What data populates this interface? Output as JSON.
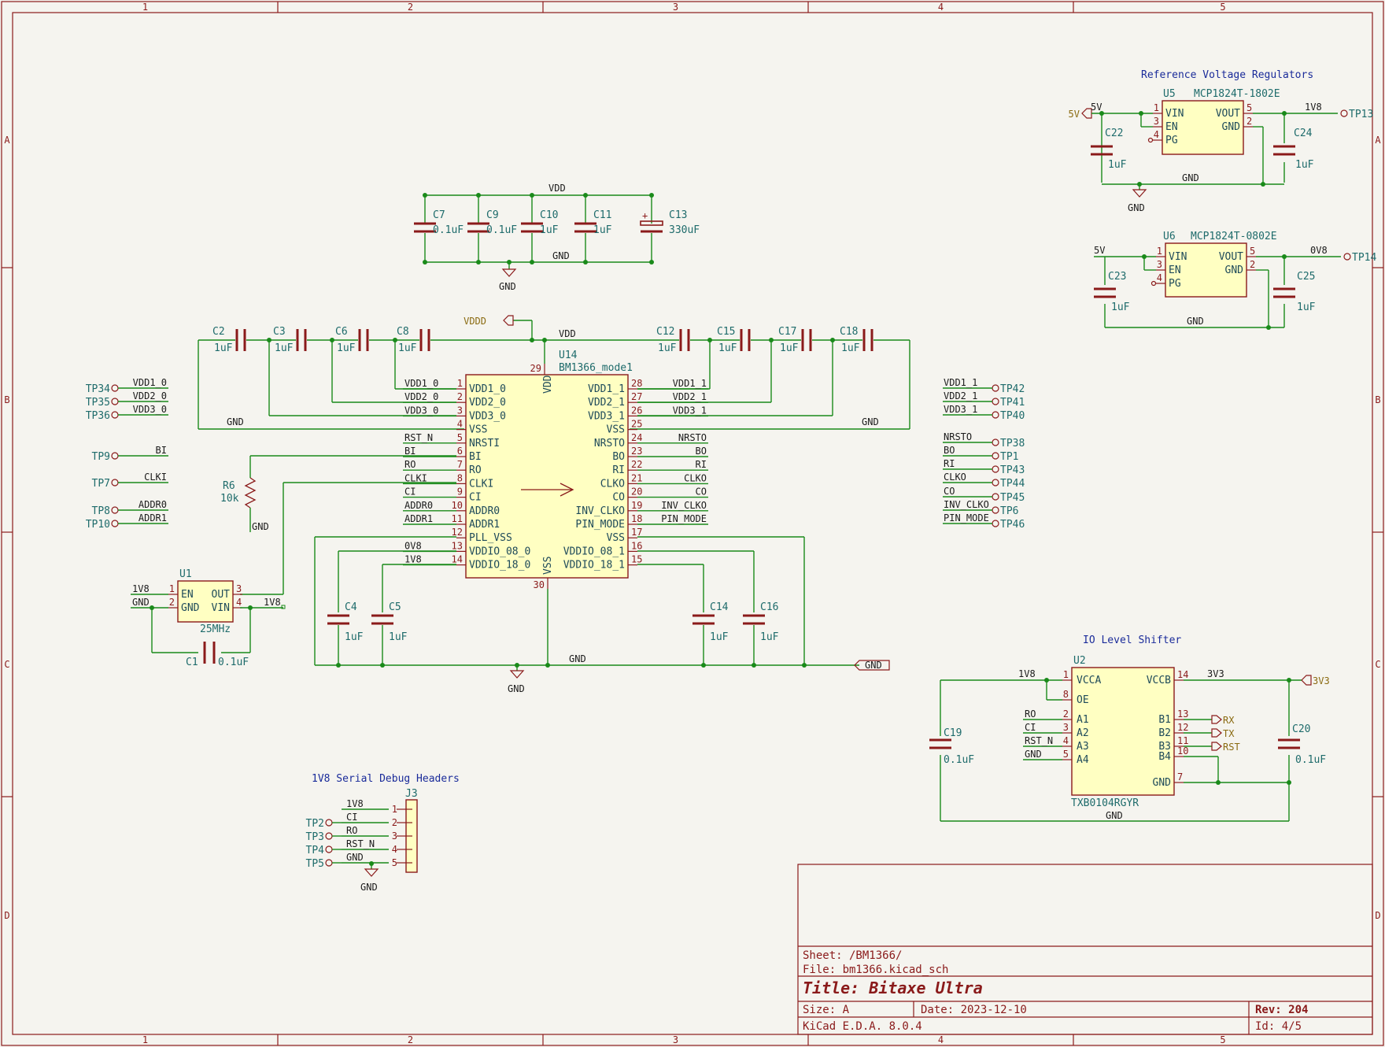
{
  "frame": {
    "cols": [
      "1",
      "2",
      "3",
      "4",
      "5"
    ],
    "rows": [
      "A",
      "B",
      "C",
      "D"
    ]
  },
  "notes": {
    "ref_regulators": "Reference Voltage Regulators",
    "io_shifter": "IO Level Shifter",
    "debug_headers": "1V8 Serial Debug Headers"
  },
  "u14": {
    "ref": "U14",
    "value": "BM1366_mode1",
    "top_pin": "29",
    "top_label": "VDD",
    "bottom_pin": "30",
    "bottom_label": "VSS",
    "left_pins": [
      {
        "num": "1",
        "name": "VDD1_0",
        "net": "VDD1_0"
      },
      {
        "num": "2",
        "name": "VDD2_0",
        "net": "VDD2_0"
      },
      {
        "num": "3",
        "name": "VDD3_0",
        "net": "VDD3_0"
      },
      {
        "num": "4",
        "name": "VSS",
        "net": ""
      },
      {
        "num": "5",
        "name": "NRSTI",
        "net": "RST_N"
      },
      {
        "num": "6",
        "name": "BI",
        "net": "BI"
      },
      {
        "num": "7",
        "name": "RO",
        "net": "RO"
      },
      {
        "num": "8",
        "name": "CLKI",
        "net": "CLKI"
      },
      {
        "num": "9",
        "name": "CI",
        "net": "CI"
      },
      {
        "num": "10",
        "name": "ADDR0",
        "net": "ADDR0"
      },
      {
        "num": "11",
        "name": "ADDR1",
        "net": "ADDR1"
      },
      {
        "num": "12",
        "name": "PLL_VSS",
        "net": ""
      },
      {
        "num": "13",
        "name": "VDDIO_08_0",
        "net": "0V8"
      },
      {
        "num": "14",
        "name": "VDDIO_18_0",
        "net": "1V8"
      }
    ],
    "right_pins": [
      {
        "num": "28",
        "name": "VDD1_1",
        "net": "VDD1_1"
      },
      {
        "num": "27",
        "name": "VDD2_1",
        "net": "VDD2_1"
      },
      {
        "num": "26",
        "name": "VDD3_1",
        "net": "VDD3_1"
      },
      {
        "num": "25",
        "name": "VSS",
        "net": ""
      },
      {
        "num": "24",
        "name": "NRSTO",
        "net": "NRSTO"
      },
      {
        "num": "23",
        "name": "BO",
        "net": "BO"
      },
      {
        "num": "22",
        "name": "RI",
        "net": "RI"
      },
      {
        "num": "21",
        "name": "CLKO",
        "net": "CLKO"
      },
      {
        "num": "20",
        "name": "CO",
        "net": "CO"
      },
      {
        "num": "19",
        "name": "INV_CLKO",
        "net": "INV_CLKO"
      },
      {
        "num": "18",
        "name": "PIN_MODE",
        "net": "PIN_MODE"
      },
      {
        "num": "17",
        "name": "VSS",
        "net": ""
      },
      {
        "num": "16",
        "name": "VDDIO_08_1",
        "net": ""
      },
      {
        "num": "15",
        "name": "VDDIO_18_1",
        "net": ""
      }
    ]
  },
  "bulk_caps": {
    "net_top": "VDD",
    "net_bottom": "GND",
    "gnd": "GND",
    "items": [
      {
        "ref": "C7",
        "val": "0.1uF"
      },
      {
        "ref": "C9",
        "val": "0.1uF"
      },
      {
        "ref": "C10",
        "val": "1uF"
      },
      {
        "ref": "C11",
        "val": "1uF"
      },
      {
        "ref": "C13",
        "val": "330uF",
        "plus": "+"
      }
    ]
  },
  "series_caps": {
    "vddd": "VDDD",
    "vdd": "VDD",
    "gnd_left": "GND",
    "gnd_right": "GND",
    "left": [
      {
        "ref": "C2",
        "val": "1uF"
      },
      {
        "ref": "C3",
        "val": "1uF"
      },
      {
        "ref": "C6",
        "val": "1uF"
      },
      {
        "ref": "C8",
        "val": "1uF"
      }
    ],
    "right": [
      {
        "ref": "C12",
        "val": "1uF"
      },
      {
        "ref": "C15",
        "val": "1uF"
      },
      {
        "ref": "C17",
        "val": "1uF"
      },
      {
        "ref": "C18",
        "val": "1uF"
      }
    ]
  },
  "io_caps": {
    "items": [
      {
        "ref": "C4",
        "val": "1uF"
      },
      {
        "ref": "C5",
        "val": "1uF"
      },
      {
        "ref": "C14",
        "val": "1uF"
      },
      {
        "ref": "C16",
        "val": "1uF"
      }
    ],
    "gnd_net": "GND",
    "gnd_symbol": "GND",
    "gnd_port": "GND"
  },
  "left_testpoints": [
    {
      "tp": "TP34",
      "net": "VDD1_0"
    },
    {
      "tp": "TP35",
      "net": "VDD2_0"
    },
    {
      "tp": "TP36",
      "net": "VDD3_0"
    },
    {
      "tp": "TP9",
      "net": "BI"
    },
    {
      "tp": "TP7",
      "net": "CLKI"
    },
    {
      "tp": "TP8",
      "net": "ADDR0"
    },
    {
      "tp": "TP10",
      "net": "ADDR1"
    }
  ],
  "right_testpoints": [
    {
      "tp": "TP42",
      "net": "VDD1_1"
    },
    {
      "tp": "TP41",
      "net": "VDD2_1"
    },
    {
      "tp": "TP40",
      "net": "VDD3_1"
    },
    {
      "tp": "TP38",
      "net": "NRSTO"
    },
    {
      "tp": "TP1",
      "net": "BO"
    },
    {
      "tp": "TP43",
      "net": "RI"
    },
    {
      "tp": "TP44",
      "net": "CLKO"
    },
    {
      "tp": "TP45",
      "net": "CO"
    },
    {
      "tp": "TP6",
      "net": "INV_CLKO"
    },
    {
      "tp": "TP46",
      "net": "PIN_MODE"
    }
  ],
  "r6": {
    "ref": "R6",
    "val": "10k",
    "gnd": "GND"
  },
  "u1": {
    "ref": "U1",
    "val": "25MHz",
    "pins": [
      {
        "num": "1",
        "name": "EN",
        "net": "1V8"
      },
      {
        "num": "2",
        "name": "GND",
        "net": "GND"
      },
      {
        "num": "3",
        "name": "OUT"
      },
      {
        "num": "4",
        "name": "VIN",
        "net": "1V8"
      }
    ],
    "cap": {
      "ref": "C1",
      "val": "0.1uF"
    }
  },
  "u5": {
    "ref": "U5",
    "val": "MCP1824T-1802E",
    "pins": [
      {
        "num": "1",
        "name": "VIN"
      },
      {
        "num": "3",
        "name": "EN"
      },
      {
        "num": "4",
        "name": "PG"
      },
      {
        "num": "5",
        "name": "VOUT"
      },
      {
        "num": "2",
        "name": "GND"
      }
    ],
    "in_port": "5V",
    "in_net": "5V",
    "out_net": "1V8",
    "tp": "TP13",
    "gnd_net": "GND",
    "gnd_symbol": "GND",
    "caps": [
      {
        "ref": "C22",
        "val": "1uF"
      },
      {
        "ref": "C24",
        "val": "1uF"
      }
    ]
  },
  "u6": {
    "ref": "U6",
    "val": "MCP1824T-0802E",
    "pins": [
      {
        "num": "1",
        "name": "VIN"
      },
      {
        "num": "3",
        "name": "EN"
      },
      {
        "num": "4",
        "name": "PG"
      },
      {
        "num": "5",
        "name": "VOUT"
      },
      {
        "num": "2",
        "name": "GND"
      }
    ],
    "in_net": "5V",
    "out_net": "0V8",
    "tp": "TP14",
    "gnd_net": "GND",
    "caps": [
      {
        "ref": "C23",
        "val": "1uF"
      },
      {
        "ref": "C25",
        "val": "1uF"
      }
    ]
  },
  "u2": {
    "ref": "U2",
    "val": "TXB0104RGYR",
    "left": [
      {
        "num": "1",
        "name": "VCCA",
        "net": "1V8"
      },
      {
        "num": "8",
        "name": "OE",
        "net": ""
      },
      {
        "num": "2",
        "name": "A1",
        "net": "RO"
      },
      {
        "num": "3",
        "name": "A2",
        "net": "CI"
      },
      {
        "num": "4",
        "name": "A3",
        "net": "RST_N"
      },
      {
        "num": "5",
        "name": "A4",
        "net": "GND"
      }
    ],
    "right": [
      {
        "num": "14",
        "name": "VCCB",
        "net": "3V3"
      },
      {
        "num": "13",
        "name": "B1",
        "net": "RX"
      },
      {
        "num": "12",
        "name": "B2",
        "net": "TX"
      },
      {
        "num": "11",
        "name": "B3",
        "net": "RST"
      },
      {
        "num": "10",
        "name": "B4",
        "net": ""
      },
      {
        "num": "7",
        "name": "GND",
        "net": ""
      }
    ],
    "port_3v3": "3V3",
    "gnd_net": "GND",
    "caps": [
      {
        "ref": "C19",
        "val": "0.1uF"
      },
      {
        "ref": "C20",
        "val": "0.1uF"
      }
    ]
  },
  "j3": {
    "ref": "J3",
    "gnd": "GND",
    "pins": [
      {
        "num": "1",
        "net": "1V8",
        "tp": ""
      },
      {
        "num": "2",
        "net": "CI",
        "tp": "TP2"
      },
      {
        "num": "3",
        "net": "RO",
        "tp": "TP3"
      },
      {
        "num": "4",
        "net": "RST_N",
        "tp": "TP4"
      },
      {
        "num": "5",
        "net": "GND",
        "tp": "TP5"
      }
    ]
  },
  "title_block": {
    "sheet": "Sheet: /BM1366/",
    "file": "File: bm1366.kicad_sch",
    "title": "Title: Bitaxe Ultra",
    "size": "Size: A",
    "date": "Date: 2023-12-10",
    "rev": "Rev: 204",
    "tool": "KiCad E.D.A. 8.0.4",
    "id": "Id: 4/5"
  }
}
